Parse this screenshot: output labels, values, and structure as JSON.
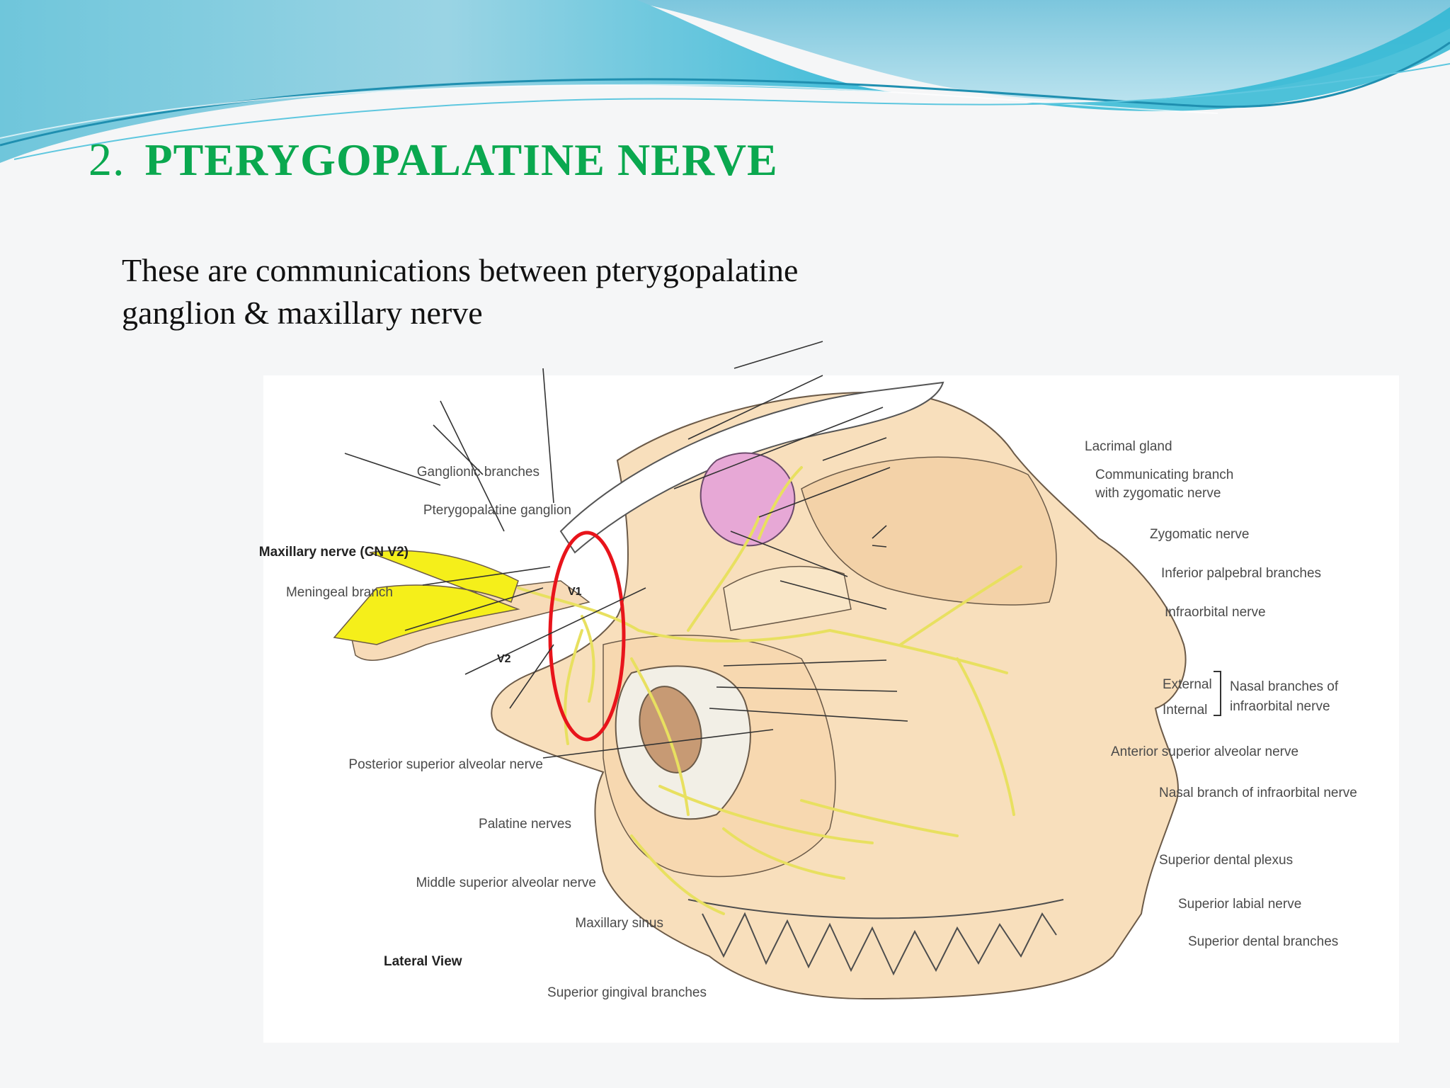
{
  "slide": {
    "number": "2.",
    "title": "PTERYGOPALATINE  NERVE",
    "body_lines": [
      "These are communications between pterygopalatine",
      "ganglion & maxillary nerve"
    ]
  },
  "diagram": {
    "labels": {
      "ganglionic_branches": "Ganglionic branches",
      "pterygopalatine_ganglion": "Pterygopalatine ganglion",
      "maxillary_nerve": "Maxillary nerve (CN V2)",
      "meningeal_branch": "Meningeal branch",
      "posterior_superior_alveolar_nerve": "Posterior superior alveolar nerve",
      "palatine_nerves": "Palatine nerves",
      "middle_superior_alveolar_nerve": "Middle superior alveolar nerve",
      "maxillary_sinus": "Maxillary sinus",
      "lateral_view": "Lateral View",
      "superior_gingival_branches": "Superior gingival branches",
      "lacrimal_gland": "Lacrimal gland",
      "communicating_branch_line1": "Communicating branch",
      "communicating_branch_line2": "with zygomatic nerve",
      "zygomatic_nerve": "Zygomatic nerve",
      "inferior_palpebral_branches": "Inferior palpebral branches",
      "infraorbital_nerve": "Infraorbital nerve",
      "external": "External",
      "internal": "Internal",
      "nasal_branches_line1": "Nasal branches of",
      "nasal_branches_line2": "infraorbital nerve",
      "anterior_superior_alveolar_nerve": "Anterior superior alveolar nerve",
      "nasal_branch_infraorbital": "Nasal branch of infraorbital nerve",
      "superior_dental_plexus": "Superior dental plexus",
      "superior_labial_nerve": "Superior labial nerve",
      "superior_dental_branches": "Superior dental branches",
      "v1": "V1",
      "v2": "V2"
    },
    "colors": {
      "nerve": "#e8e060",
      "nerve_bright": "#f5ef1a",
      "bone": "#f7dcb5",
      "lacrimal_gland": "#e7a8d6",
      "highlight_circle": "#e8141b"
    }
  }
}
